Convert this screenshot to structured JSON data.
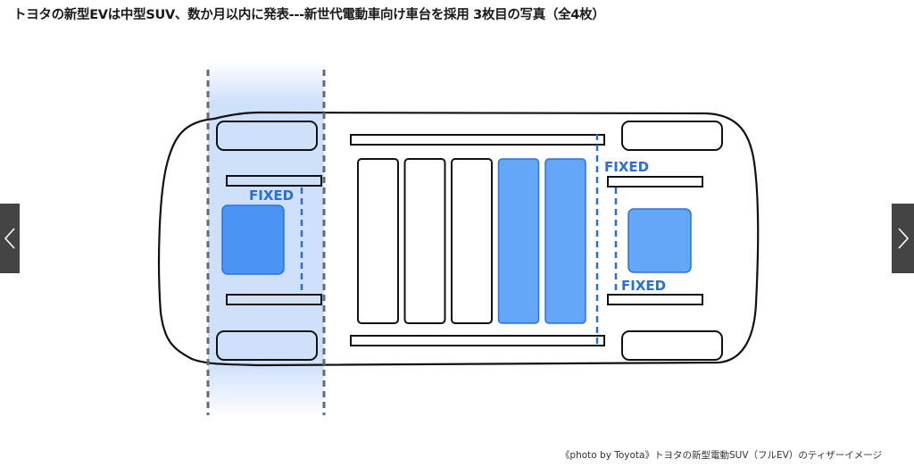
{
  "page": {
    "title": "トヨタの新型EVは中型SUV、数か月以内に発表---新世代電動車向け車台を採用 3枚目の写真（全4枚）",
    "caption": "《photo by Toyota》トヨタの新型電動SUV（フルEV）のティザーイメージ"
  },
  "gallery": {
    "prev_icon": "chevron-left-icon",
    "next_icon": "chevron-right-icon",
    "current_photo": 3,
    "total_photos": 4
  },
  "diagram": {
    "labels": {
      "front_fixed": "FIXED",
      "rear_fixed_top": "FIXED",
      "rear_fixed_bottom": "FIXED"
    },
    "battery_modules": [
      {
        "state": "empty"
      },
      {
        "state": "empty"
      },
      {
        "state": "empty"
      },
      {
        "state": "filled"
      },
      {
        "state": "filled"
      }
    ],
    "colors": {
      "highlight_band": "#cfe0fb",
      "module_fill": "#64a6f7",
      "motor_fill": "#4b94f5",
      "fixed_blue": "#2a6fd6",
      "outline": "#111111",
      "dash_gray": "#666a70",
      "nav_bg": "#444444"
    }
  }
}
